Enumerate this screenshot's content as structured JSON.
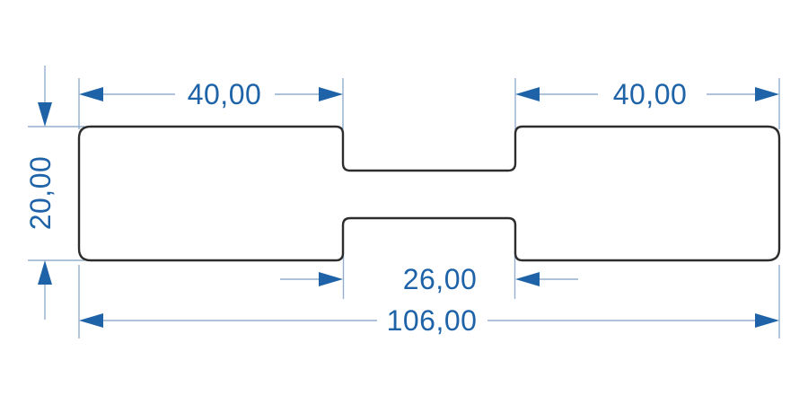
{
  "drawing": {
    "kind": "technical-drawing",
    "part": "dog-bone-specimen-outline",
    "dimensions": {
      "top_left_width": "40,00",
      "top_right_width": "40,00",
      "left_height": "20,00",
      "neck_width": "26,00",
      "overall_width": "106,00"
    },
    "colors": {
      "outline": "#2d2d2d",
      "thin_line": "#93afce",
      "accent": "#1e63a8",
      "background": "#ffffff"
    }
  }
}
